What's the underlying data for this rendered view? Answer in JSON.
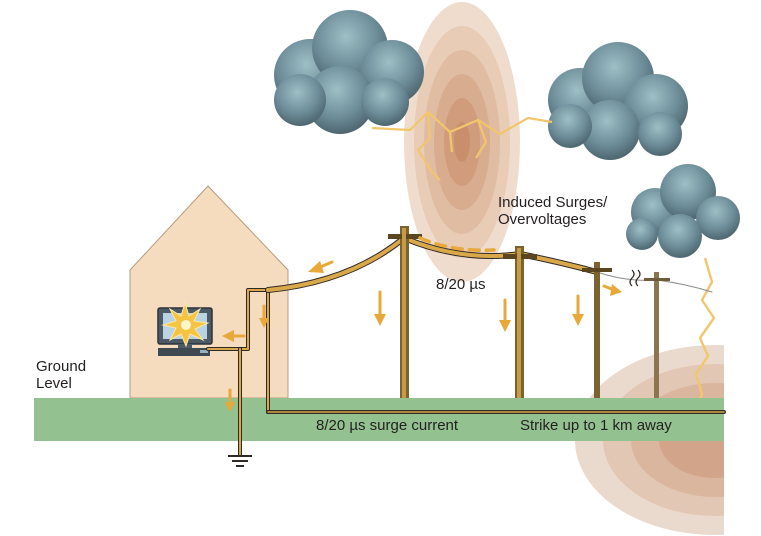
{
  "labels": {
    "ground_level": "Ground Level",
    "induced_surges": [
      "Induced Surges/",
      "Overvoltages"
    ],
    "pulse_timing": "8/20 µs",
    "surge_current": "8/20 µs surge current",
    "strike_distance": "Strike up to 1 km away"
  },
  "icons": [
    "storm-cloud-icon",
    "lightning-bolt-icon",
    "house-icon",
    "computer-icon",
    "utility-pole-icon",
    "ground-symbol-icon",
    "surge-arrow-icon"
  ],
  "colors": {
    "ground": "#93c290",
    "cable": "#d9a84a",
    "pole": "#7a6231",
    "house": "#f5dcbf",
    "ripple": "#d9a98b",
    "arrow": "#e8a83a",
    "cloud": "#6e8f9a"
  }
}
